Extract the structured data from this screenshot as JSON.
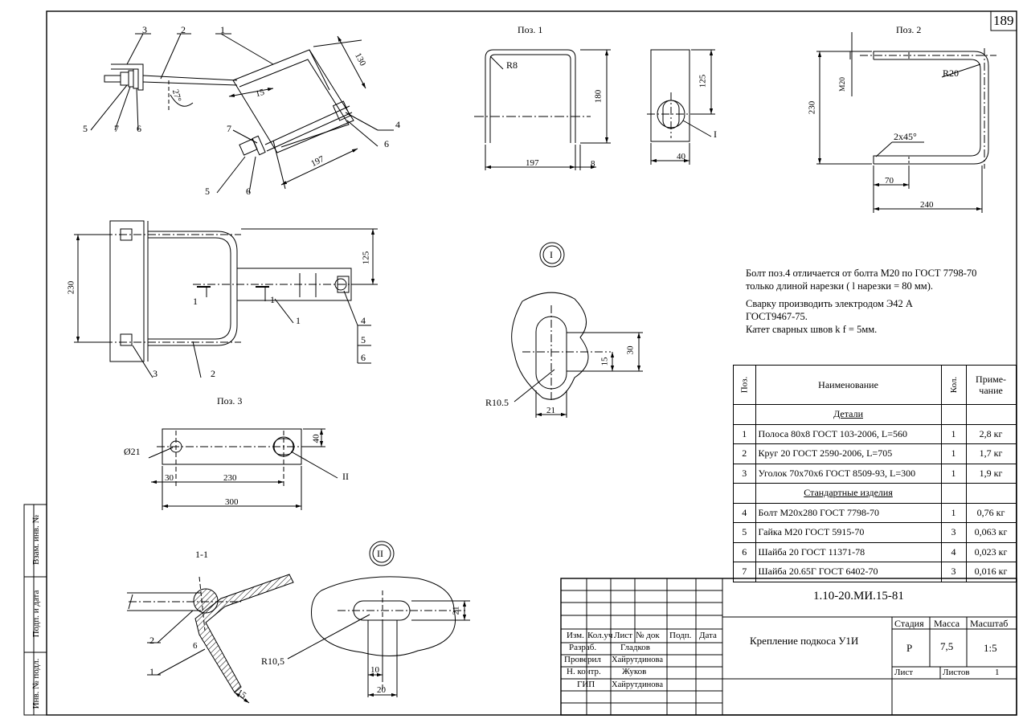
{
  "sheet": {
    "page_number": "189"
  },
  "side_stamp": {
    "box1": "Взам. инв. №",
    "box2": "Подп. и дата",
    "box3": "Инв. № подл."
  },
  "views": {
    "pos1_title": "Поз. 1",
    "pos2_title": "Поз. 2",
    "pos3_title": "Поз. 3",
    "section_title": "1-1",
    "detail1_label": "I",
    "detail2_label": "II"
  },
  "labels": {
    "iso": {
      "c3": "3",
      "c2": "2",
      "c1": "1",
      "c5a": "5",
      "c7a": "7",
      "c6a": "6",
      "c7b": "7",
      "c4": "4",
      "c6b": "6",
      "c5b": "5",
      "c6c": "6",
      "d130": "130",
      "d27": "27°",
      "d15": "15",
      "d197": "197"
    },
    "pos1": {
      "r8": "R8",
      "d180": "180",
      "d197": "197",
      "d8": "8",
      "d125": "125",
      "d40": "40",
      "callI": "I"
    },
    "pos2": {
      "m20": "M20",
      "r20": "R20",
      "d230": "230",
      "chamfer": "2x45°",
      "d70": "70",
      "d240": "240"
    },
    "plan": {
      "d230": "230",
      "d125": "125",
      "cut1a": "1",
      "cut1b": "1",
      "c1": "1",
      "c4": "4",
      "c5": "5",
      "c6": "6",
      "c3": "3",
      "c2": "2"
    },
    "detI": {
      "d30": "30",
      "d15": "15",
      "r105": "R10.5",
      "d21": "21"
    },
    "pos3": {
      "o21": "Ø21",
      "d40": "40",
      "callII": "II",
      "d30": "30",
      "d230": "230",
      "d300": "300"
    },
    "sec": {
      "c2": "2",
      "c6": "6",
      "c1": "1",
      "d15": "15"
    },
    "detII": {
      "d21": "21",
      "r105": "R10,5",
      "d10": "10",
      "d20": "20"
    }
  },
  "notes": {
    "line1": "Болт поз.4 отличается от болта М20 по ГОСТ 7798-70",
    "line2": "только длиной нарезки  ( l нарезки = 80 мм).",
    "line3": "Сварку производить электродом Э42 А",
    "line4": "ГОСТ9467-75.",
    "line5": "Катет сварных швов k f = 5мм."
  },
  "spec_table": {
    "headers": {
      "pos": "Поз.",
      "name": "Наименование",
      "qty": "Кол.",
      "note": "Приме-чание"
    },
    "sections": [
      {
        "title": "Детали",
        "rows": [
          {
            "pos": "1",
            "name": "Полоса 80х8 ГОСТ 103-2006, L=560",
            "qty": "1",
            "note": "2,8 кг"
          },
          {
            "pos": "2",
            "name": "Круг 20 ГОСТ 2590-2006, L=705",
            "qty": "1",
            "note": "1,7 кг"
          },
          {
            "pos": "3",
            "name": "Уголок 70х70х6 ГОСТ 8509-93, L=300",
            "qty": "1",
            "note": "1,9 кг"
          }
        ]
      },
      {
        "title": "Стандартные изделия",
        "rows": [
          {
            "pos": "4",
            "name": "Болт М20х280 ГОСТ 7798-70",
            "qty": "1",
            "note": "0,76 кг"
          },
          {
            "pos": "5",
            "name": "Гайка М20 ГОСТ 5915-70",
            "qty": "3",
            "note": "0,063 кг"
          },
          {
            "pos": "6",
            "name": "Шайба 20 ГОСТ 11371-78",
            "qty": "4",
            "note": "0,023 кг"
          },
          {
            "pos": "7",
            "name": "Шайба 20.65Г ГОСТ 6402-70",
            "qty": "3",
            "note": "0,016 кг"
          }
        ]
      }
    ]
  },
  "title_block": {
    "doc_code": "1.10-20.МИ.15-81",
    "title": "Крепление подкоса У1И",
    "stage_label": "Стадия",
    "mass_label": "Масса",
    "scale_label": "Масштаб",
    "stage": "Р",
    "mass": "7,5",
    "scale": "1:5",
    "sheet_label": "Лист",
    "sheets_label": "Листов",
    "sheets": "1",
    "cols": {
      "izm": "Изм.",
      "kol": "Кол.уч",
      "list": "Лист",
      "doc": "№ док",
      "sign": "Подп.",
      "date": "Дата"
    },
    "roles": [
      {
        "role": "Разраб.",
        "name": "Гладков"
      },
      {
        "role": "Проверил",
        "name": "Хайрутдинова"
      },
      {
        "role": "Н. контр.",
        "name": "Жуков"
      },
      {
        "role": "ГИП",
        "name": "Хайрутдинова"
      }
    ]
  }
}
